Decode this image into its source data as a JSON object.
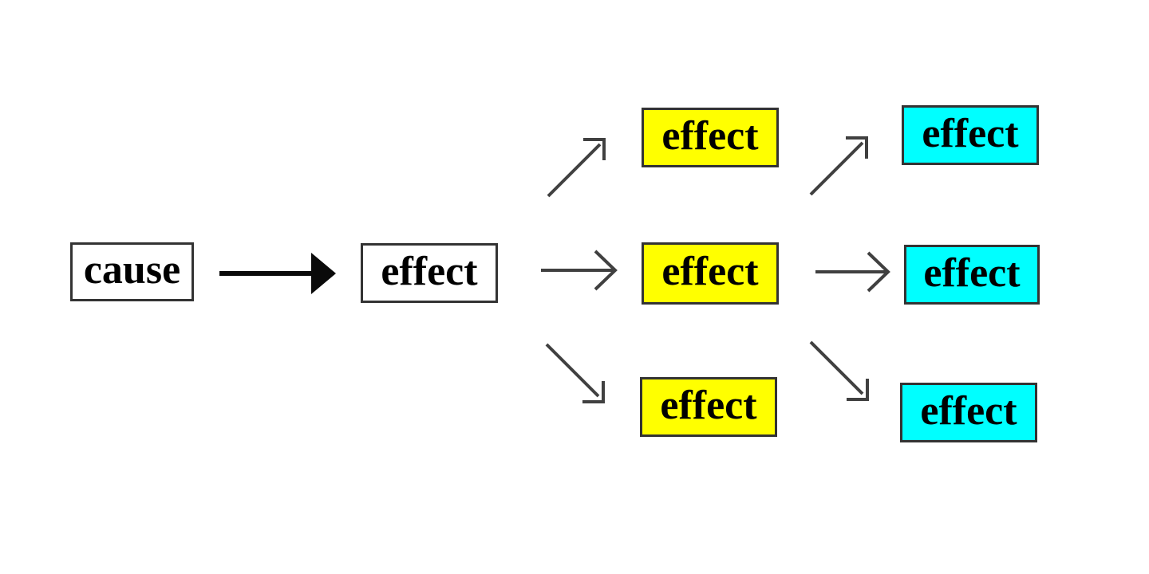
{
  "diagram": {
    "colors": {
      "background": "#ffffff",
      "box_border": "#333333",
      "box_text": "#000000",
      "plain_fill": "#ffffff",
      "stage1_fill": "#ffff00",
      "stage2_fill": "#00ffff",
      "arrow_solid": "#0a0a0a",
      "arrow_thin": "#404040"
    },
    "nodes": {
      "cause": {
        "label": "cause"
      },
      "effect_main": {
        "label": "effect"
      },
      "effect_yellow_top": {
        "label": "effect"
      },
      "effect_yellow_mid": {
        "label": "effect"
      },
      "effect_yellow_bottom": {
        "label": "effect"
      },
      "effect_cyan_top": {
        "label": "effect"
      },
      "effect_cyan_mid": {
        "label": "effect"
      },
      "effect_cyan_bottom": {
        "label": "effect"
      }
    },
    "edges": [
      {
        "from": "cause",
        "to": "effect_main",
        "style": "solid-filled-head"
      },
      {
        "from": "effect_main",
        "to": "effect_yellow_top",
        "style": "thin-open-head"
      },
      {
        "from": "effect_main",
        "to": "effect_yellow_mid",
        "style": "thin-open-head"
      },
      {
        "from": "effect_main",
        "to": "effect_yellow_bottom",
        "style": "thin-open-head"
      },
      {
        "from": "effect_yellow_top",
        "to": "effect_cyan_top",
        "style": "thin-open-head"
      },
      {
        "from": "effect_yellow_mid",
        "to": "effect_cyan_mid",
        "style": "thin-open-head"
      },
      {
        "from": "effect_yellow_bottom",
        "to": "effect_cyan_bottom",
        "style": "thin-open-head"
      }
    ]
  }
}
